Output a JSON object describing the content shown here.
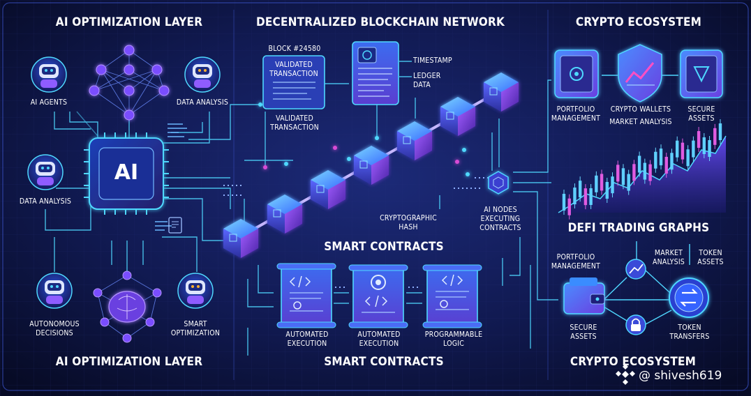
{
  "sections": {
    "ai_top": "AI OPTIMIZATION LAYER",
    "ai_bottom": "AI OPTIMIZATION LAYER",
    "blockchain": "DECENTRALIZED BLOCKCHAIN NETWORK",
    "crypto_top": "CRYPTO ECOSYSTEM",
    "crypto_bottom": "CRYPTO ECOSYSTEM",
    "smart_contracts_mid": "SMART CONTRACTS",
    "smart_contracts_bottom": "SMART CONTRACTS",
    "defi": "DEFI TRADING GRAPHS"
  },
  "ai_layer": {
    "core": "AI",
    "ai_agents": "AI AGENTS",
    "data_analysis_top": "DATA ANALYSIS",
    "data_analysis_left": "DATA ANALYSIS",
    "autonomous_decisions": "AUTONOMOUS\nDECISIONS",
    "smart_optimization": "SMART\nOPTIMIZATION"
  },
  "blockchain": {
    "block_id": "BLOCK #24580",
    "card_title": "VALIDATED\nTRANSACTION",
    "card_caption": "VALIDATED\nTRANSACTION",
    "timestamp": "TIMESTAMP",
    "ledger_data": "LEDGER\nDATA",
    "cryptographic_hash": "CRYPTOGRAPHIC\nHASH",
    "ai_nodes": "AI NODES\nEXECUTING\nCONTRACTS"
  },
  "smart_contracts": {
    "automated_execution_1": "AUTOMATED\nEXECUTION",
    "automated_execution_2": "AUTOMATED\nEXECUTION",
    "programmable_logic": "PROGRAMMABLE\nLOGIC"
  },
  "crypto_top": {
    "portfolio_management": "PORTFOLIO\nMANAGEMENT",
    "crypto_wallets": "CRYPTO WALLETS",
    "market_analysis": "MARKET ANALYSIS",
    "secure_assets": "SECURE\nASSETS"
  },
  "crypto_bottom": {
    "portfolio_management": "PORTFOLIO\nMANAGEMENT",
    "market_analysis": "MARKET\nANALYSIS",
    "token_assets": "TOKEN\nASSETS",
    "secure_assets": "SECURE\nASSETS",
    "token_transfers": "TOKEN\nTRANSFERS"
  },
  "watermark": "@ shivesh619",
  "colors": {
    "background": "#0a0f2e",
    "cyan": "#4fd8ff",
    "violet": "#8f5cff",
    "magenta": "#d94bd6",
    "blue": "#3a68ff"
  }
}
